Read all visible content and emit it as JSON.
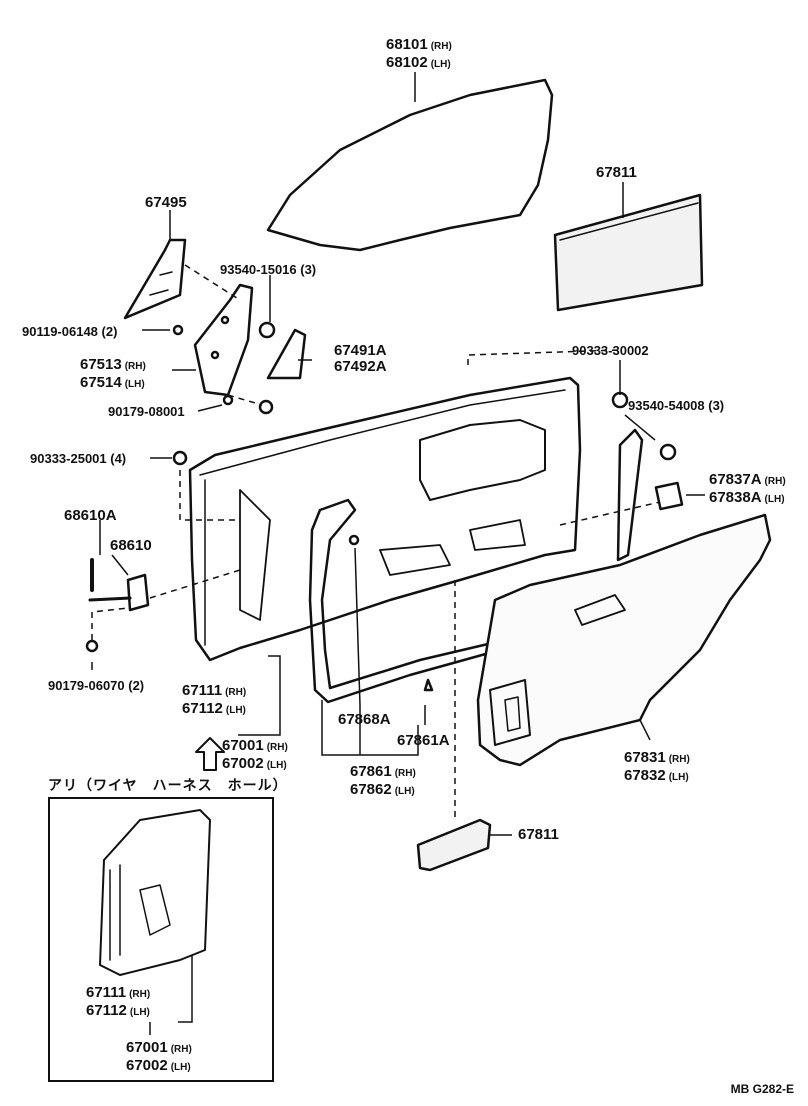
{
  "labels": {
    "glass": {
      "a": "68101",
      "a_side": "(RH)",
      "b": "68102",
      "b_side": "(LH)"
    },
    "p67811_top": "67811",
    "p67495": "67495",
    "p93540_15016": "93540-15016 (3)",
    "p90119": "90119-06148 (2)",
    "p67491": {
      "a": "67491A",
      "b": "67492A"
    },
    "p67513": {
      "a": "67513",
      "a_side": "(RH)",
      "b": "67514",
      "b_side": "(LH)"
    },
    "p90179_08001": "90179-08001",
    "p90333_30002": "90333-30002",
    "p93540_54008": "93540-54008 (3)",
    "p90333_25001": "90333-25001 (4)",
    "p67837": {
      "a": "67837A",
      "a_side": "(RH)",
      "b": "67838A",
      "b_side": "(LH)"
    },
    "p68610A": "68610A",
    "p68610": "68610",
    "p90179_06070": "90179-06070 (2)",
    "p67111": {
      "a": "67111",
      "a_side": "(RH)",
      "b": "67112",
      "b_side": "(LH)"
    },
    "p67868A": "67868A",
    "p67861A": "67861A",
    "p67001": {
      "a": "67001",
      "a_side": "(RH)",
      "b": "67002",
      "b_side": "(LH)"
    },
    "p67861": {
      "a": "67861",
      "a_side": "(RH)",
      "b": "67862",
      "b_side": "(LH)"
    },
    "p67831": {
      "a": "67831",
      "a_side": "(RH)",
      "b": "67832",
      "b_side": "(LH)"
    },
    "p67811_bottom": "67811",
    "inset_title": "アリ（ワイヤ　ハーネス　ホール）",
    "inset_67111": {
      "a": "67111",
      "a_side": "(RH)",
      "b": "67112",
      "b_side": "(LH)"
    },
    "inset_67001": {
      "a": "67001",
      "a_side": "(RH)",
      "b": "67002",
      "b_side": "(LH)"
    }
  },
  "diagram_code": "MB  G282-E",
  "colors": {
    "ink": "#111111",
    "paper": "#ffffff",
    "fill": "#f2f2f2"
  }
}
